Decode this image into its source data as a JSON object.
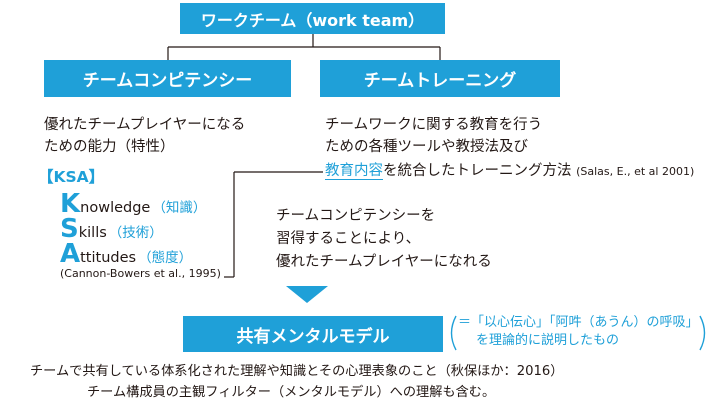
{
  "top": {
    "label": "ワークチーム（work team）"
  },
  "left_header": {
    "label": "チームコンピテンシー"
  },
  "right_header": {
    "label": "チームトレーニング"
  },
  "left_desc": {
    "line1": "優れたチームプレイヤーになる",
    "line2": "ための能力（特性）"
  },
  "ksa": {
    "title": "【KSA】",
    "items": [
      {
        "initial": "K",
        "rest": "nowledge",
        "jp": "（知識）"
      },
      {
        "initial": "S",
        "rest": "kills",
        "jp": "（技術）"
      },
      {
        "initial": "A",
        "rest": "ttitudes",
        "jp": "（態度）"
      }
    ],
    "citation": "(Cannon-Bowers et al., 1995)"
  },
  "right_desc": {
    "line1": "チームワークに関する教育を行う",
    "line2": "ための各種ツールや教授法及び",
    "line3_highlight": "教育内容",
    "line3_rest": "を統合したトレーニング方法",
    "citation": "(Salas, E., et al 2001)"
  },
  "middle_text": {
    "line1": "チームコンピテンシーを",
    "line2": "習得することにより、",
    "line3": "優れたチームプレイヤーになれる"
  },
  "bottom_box": {
    "label": "共有メンタルモデル"
  },
  "bottom_note": {
    "line1": "＝「以心伝心」「阿吽（あうん）の呼吸」",
    "line2": "を理論的に説明したもの"
  },
  "definition": {
    "line1": "チームで共有している体系化された理解や知識とその心理表象のこと（秋保ほか：2016）",
    "line2": "チーム構成員の主観フィルター（メンタルモデル）への理解も含む。"
  },
  "colors": {
    "accent": "#1fa0d8",
    "text": "#231815",
    "line": "#231815"
  }
}
